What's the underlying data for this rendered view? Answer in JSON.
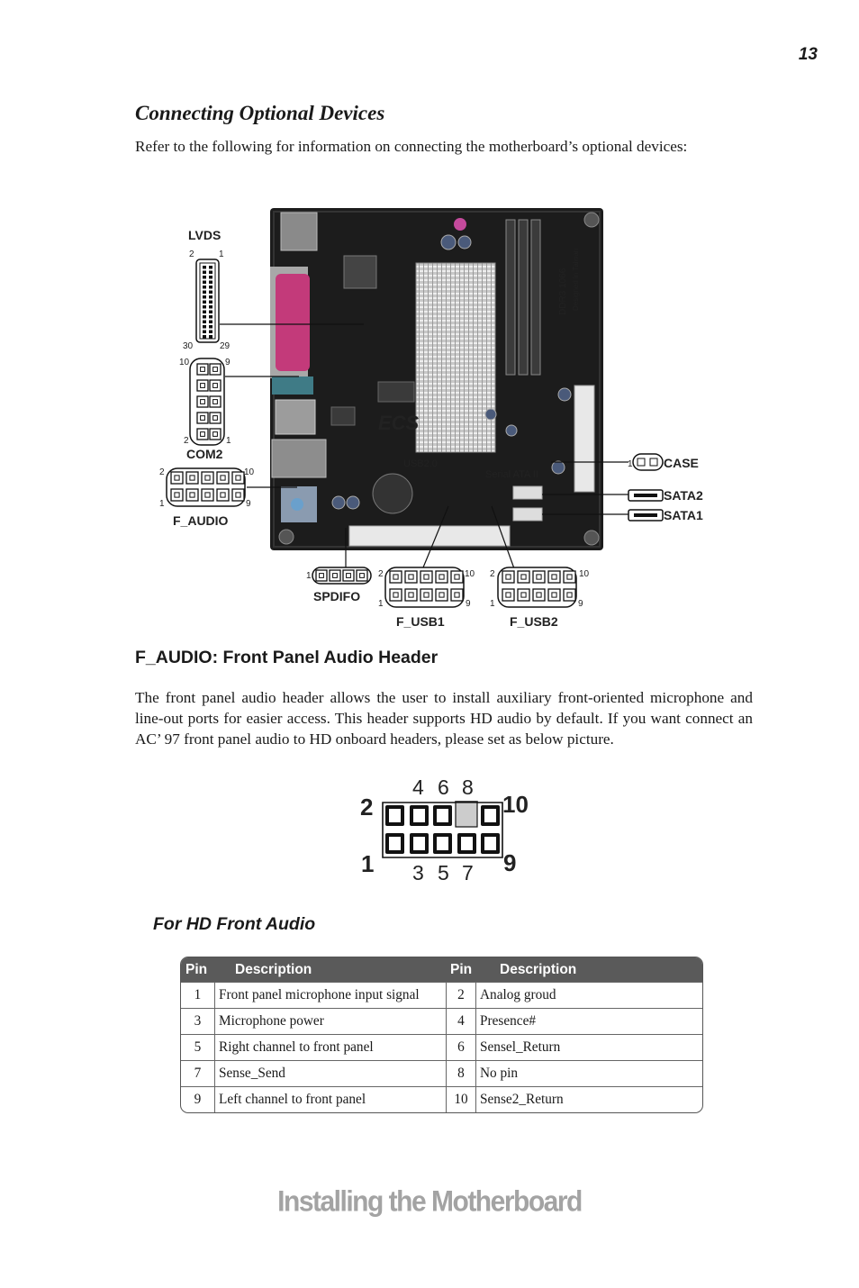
{
  "page_number": "13",
  "section": {
    "title": "Connecting Optional Devices",
    "intro": "Refer to the following for information on connecting the motherboard’s optional devices:"
  },
  "board_diagram": {
    "labels": {
      "lvds": "LVDS",
      "com2": "COM2",
      "f_audio": "F_AUDIO",
      "spdifo": "SPDIFO",
      "f_usb1": "F_USB1",
      "f_usb2": "F_USB2",
      "case": "CASE",
      "sata2": "SATA2",
      "sata1": "SATA1"
    },
    "board_text": {
      "usb": "USB2.0",
      "sata": "Serial ATA II",
      "logo": "ECS",
      "ddr": "DDR3 1066",
      "designed": "Designed in Taiwan"
    },
    "pin_numbers": {
      "lvds_tl": "2",
      "lvds_tr": "1",
      "lvds_bl": "30",
      "lvds_br": "29",
      "com2_tl": "10",
      "com2_tr": "9",
      "com2_bl": "2",
      "com2_br": "1",
      "faudio_tl": "2",
      "faudio_tr": "10",
      "faudio_bl": "1",
      "faudio_br": "9",
      "case_1": "1",
      "spdifo_1": "1",
      "usb1_tl": "2",
      "usb1_tr": "10",
      "usb1_bl": "1",
      "usb1_br": "9",
      "usb2_tl": "2",
      "usb2_tr": "10",
      "usb2_bl": "1",
      "usb2_br": "9"
    }
  },
  "f_audio_section": {
    "heading": "F_AUDIO: Front Panel Audio Header",
    "body": "The front panel audio header allows the user to install auxiliary front-oriented microphone and line-out ports for easier access. This header supports HD audio by default. If you want connect an AC’ 97 front panel audio to HD onboard headers, please set as below picture."
  },
  "header_pins": {
    "top_numbers": [
      "4",
      "6",
      "8"
    ],
    "bottom_numbers": [
      "3",
      "5",
      "7"
    ],
    "left_top": "2",
    "left_bottom": "1",
    "right_top": "10",
    "right_bottom": "9"
  },
  "hd_audio": {
    "heading": "For HD Front Audio",
    "columns": [
      "Pin",
      "Description",
      "Pin",
      "Description"
    ],
    "rows": [
      {
        "pin1": "1",
        "desc1": "Front panel microphone input signal",
        "pin2": "2",
        "desc2": "Analog groud"
      },
      {
        "pin1": "3",
        "desc1": "Microphone power",
        "pin2": "4",
        "desc2": "Presence#"
      },
      {
        "pin1": "5",
        "desc1": "Right channel to front panel",
        "pin2": "6",
        "desc2": "Sensel_Return"
      },
      {
        "pin1": "7",
        "desc1": "Sense_Send",
        "pin2": "8",
        "desc2": "No pin"
      },
      {
        "pin1": "9",
        "desc1": "Left channel to front panel",
        "pin2": "10",
        "desc2": "Sense2_Return"
      }
    ]
  },
  "footer": "Installing the Motherboard"
}
